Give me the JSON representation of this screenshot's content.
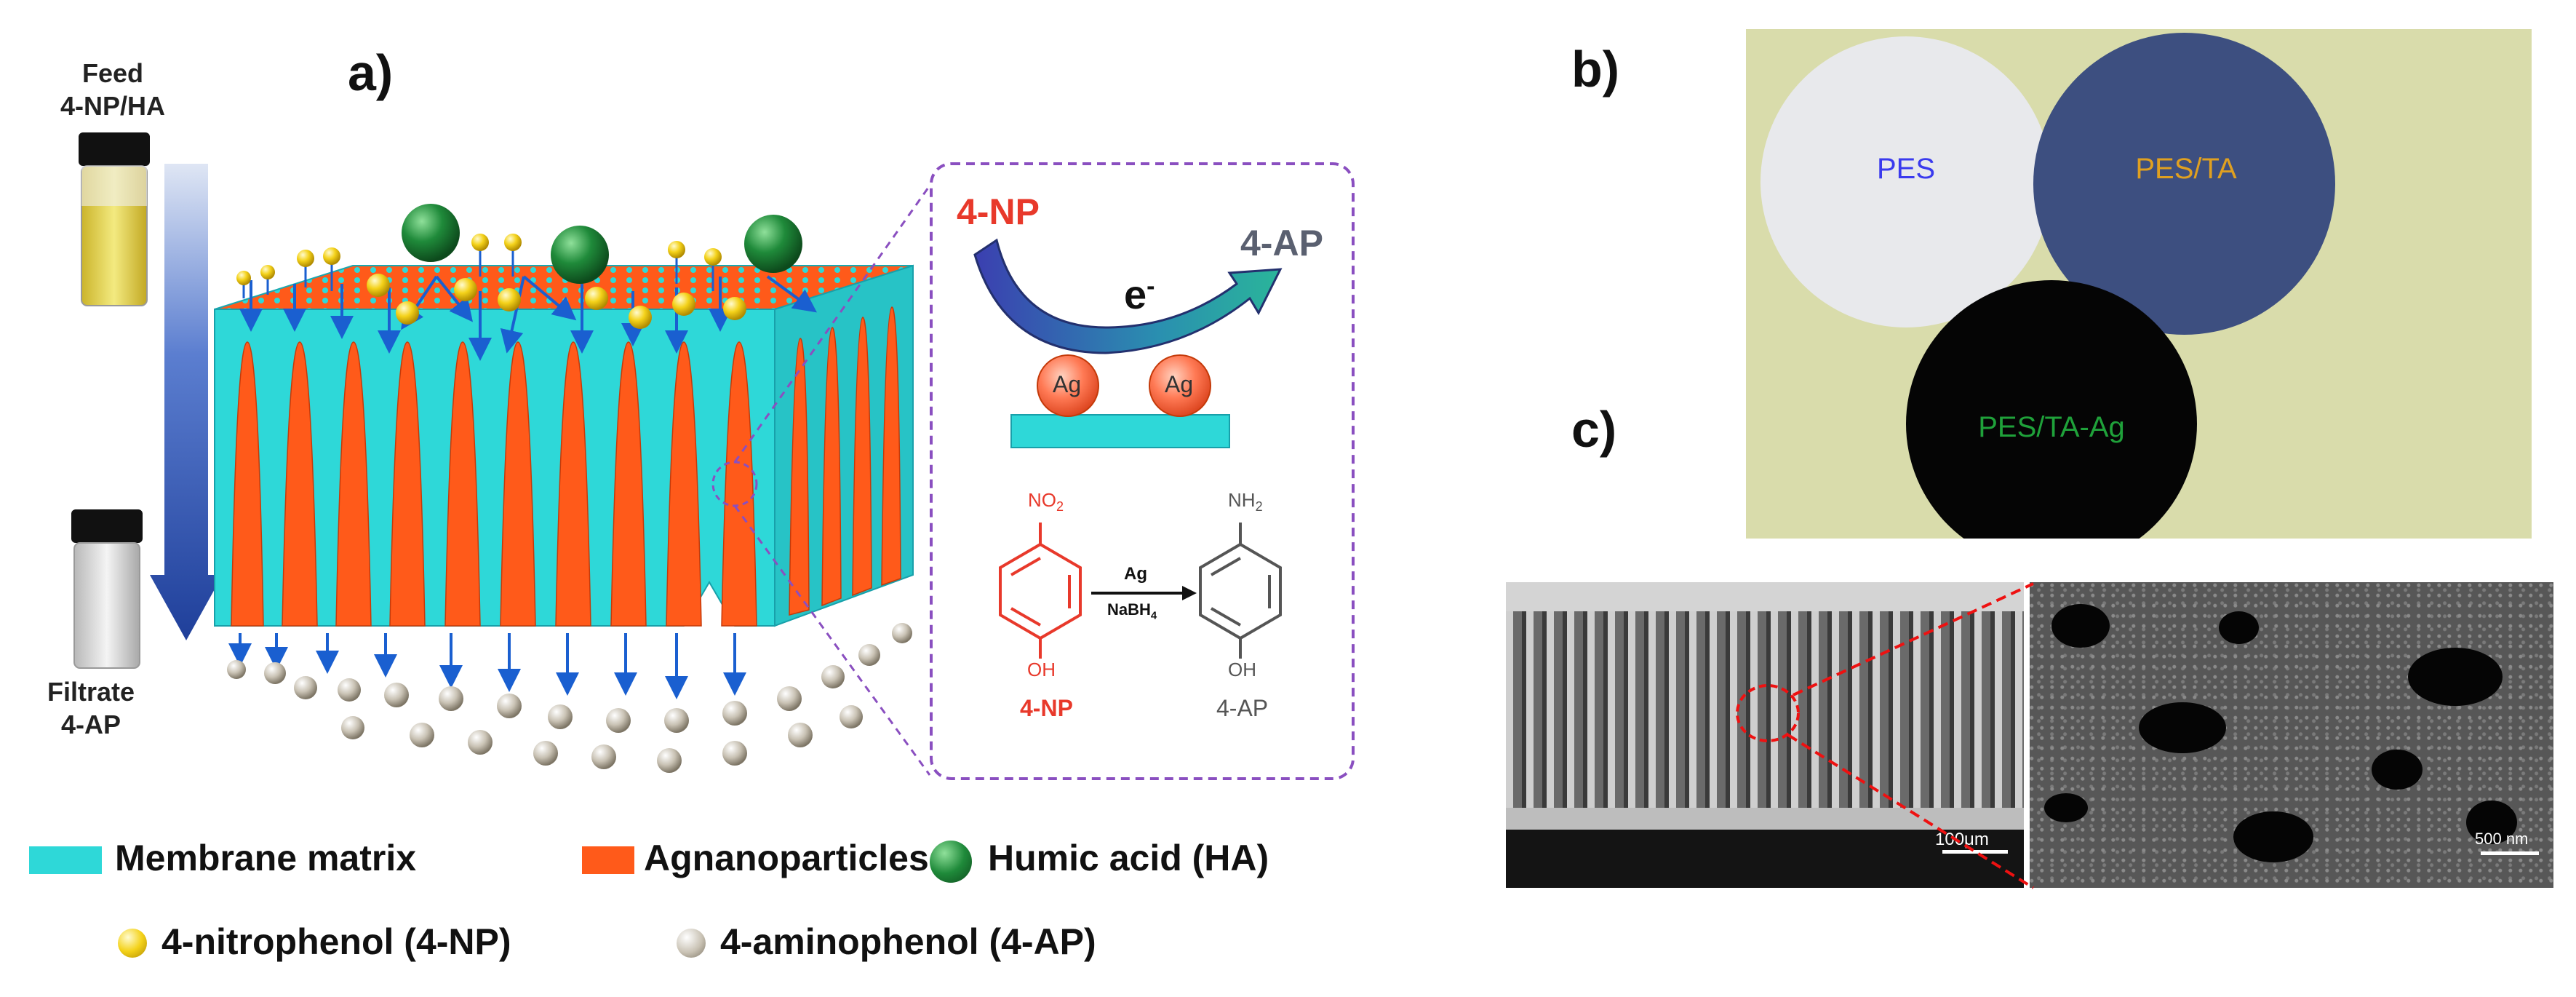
{
  "panel_labels": {
    "a": "a)",
    "b": "b)",
    "c": "c)"
  },
  "feed": {
    "line1": "Feed",
    "line2": "4-NP/HA"
  },
  "filtrate": {
    "line1": "Filtrate",
    "line2": "4-AP"
  },
  "reaction": {
    "reactant": "4-NP",
    "product": "4-AP",
    "electron": "e",
    "electron_sup": "-",
    "catalyst_label": "Ag",
    "catalyst": "Ag",
    "reductant": "NaBH",
    "reductant_sub": "4",
    "reactant_group": "NO",
    "reactant_group_sub": "2",
    "product_group": "NH",
    "product_group_sub": "2",
    "hydroxyl": "OH",
    "reactant_name": "4-NP",
    "product_name": "4-AP"
  },
  "legend": {
    "membrane": "Membrane matrix",
    "ag": "Agnanoparticles",
    "ha": "Humic acid (HA)",
    "np": "4-nitrophenol (4-NP)",
    "ap": "4-aminophenol (4-AP)"
  },
  "photo_b": {
    "pes": "PES",
    "pes_ta": "PES/TA",
    "pes_ta_ag": "PES/TA-Ag"
  },
  "sem": {
    "scale_left": "100μm",
    "scale_right": "500 nm"
  },
  "colors": {
    "membrane": "#2ed8d8",
    "ag": "#ff5a1a",
    "ha": "#1f8a3a",
    "np": "#f4d21a",
    "ap": "#c9c2b4",
    "arrow_blue": "#1a5fd0",
    "reaction_red": "#e8392b",
    "dashed_purple": "#8a4fc0"
  }
}
